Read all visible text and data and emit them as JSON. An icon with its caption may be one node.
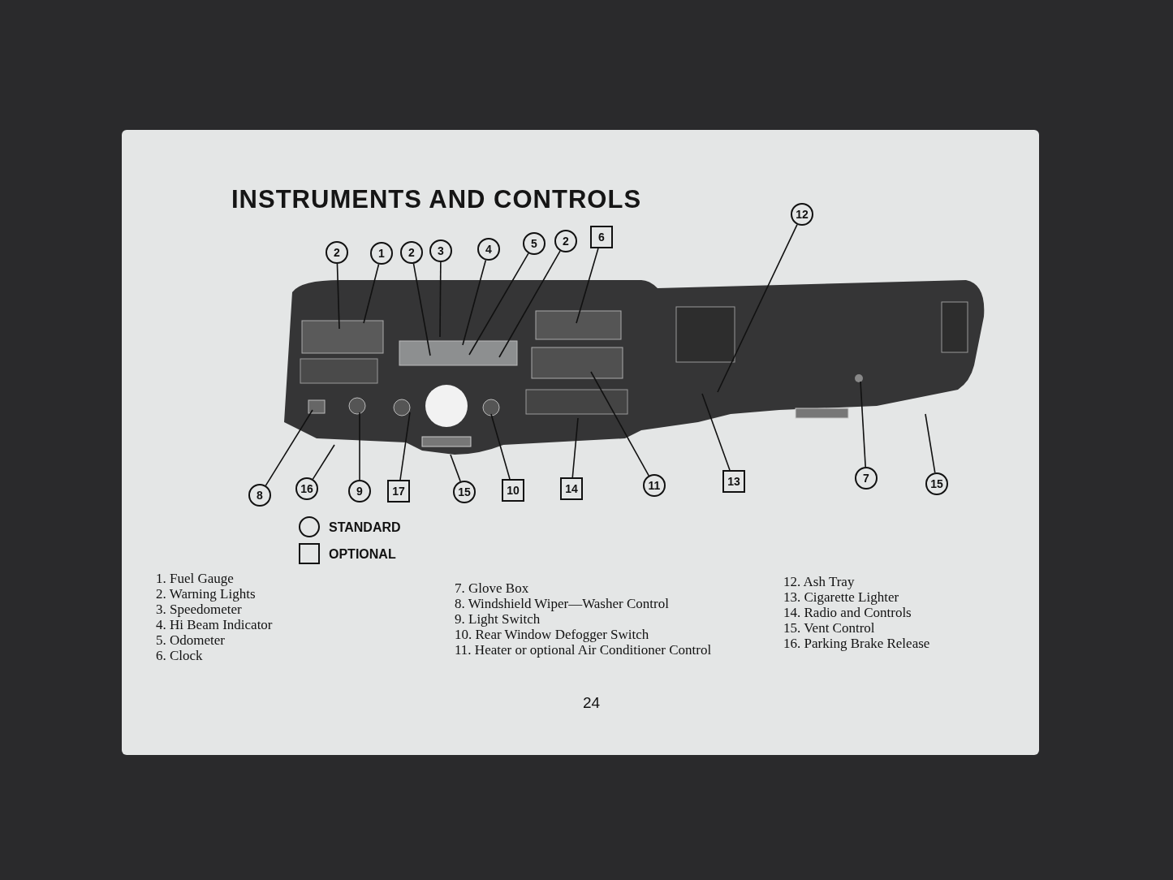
{
  "diagram": {
    "title": "INSTRUMENTS AND CONTROLS",
    "nodes": [
      {
        "text": [
          "2"
        ]
      },
      {
        "text": [
          "1"
        ]
      },
      {
        "text": [
          "2"
        ]
      },
      {
        "text": [
          "3"
        ]
      },
      {
        "text": [
          "4"
        ]
      },
      {
        "text": [
          "5"
        ]
      },
      {
        "text": [
          "2"
        ]
      },
      {
        "text": [
          "6"
        ]
      },
      {
        "text": [
          "12"
        ]
      },
      {
        "text": [
          "8"
        ]
      },
      {
        "text": [
          "16"
        ]
      },
      {
        "text": [
          "9"
        ]
      },
      {
        "text": [
          "17"
        ]
      },
      {
        "text": [
          "15"
        ]
      },
      {
        "text": [
          "10"
        ]
      },
      {
        "text": [
          "14"
        ]
      },
      {
        "text": [
          "11"
        ]
      },
      {
        "text": [
          "13"
        ]
      },
      {
        "text": [
          "7"
        ]
      },
      {
        "text": [
          "15"
        ]
      }
    ],
    "edges": [
      {
        "from": 0,
        "to": null,
        "arrow": "none"
      },
      {
        "from": 1,
        "to": null,
        "arrow": "none"
      },
      {
        "from": 2,
        "to": null,
        "arrow": "none"
      },
      {
        "from": 3,
        "to": null,
        "arrow": "none"
      },
      {
        "from": 4,
        "to": null,
        "arrow": "none"
      },
      {
        "from": 5,
        "to": null,
        "arrow": "none"
      },
      {
        "from": 6,
        "to": null,
        "arrow": "none"
      },
      {
        "from": 7,
        "to": null,
        "arrow": "none"
      },
      {
        "from": 8,
        "to": null,
        "arrow": "none"
      },
      {
        "from": 9,
        "to": null,
        "arrow": "none"
      },
      {
        "from": 10,
        "to": null,
        "arrow": "none"
      },
      {
        "from": 11,
        "to": null,
        "arrow": "none"
      },
      {
        "from": 12,
        "to": null,
        "arrow": "none"
      },
      {
        "from": 13,
        "to": null,
        "arrow": "none"
      },
      {
        "from": 14,
        "to": null,
        "arrow": "none"
      },
      {
        "from": 15,
        "to": null,
        "arrow": "none"
      },
      {
        "from": 16,
        "to": null,
        "arrow": "none"
      },
      {
        "from": 17,
        "to": null,
        "arrow": "none"
      },
      {
        "from": 18,
        "to": null,
        "arrow": "none"
      },
      {
        "from": 19,
        "to": null,
        "arrow": "none"
      }
    ],
    "labels": [
      "1. Fuel Gauge",
      "2. Warning Lights",
      "3. Speedometer",
      "4. Hi Beam Indicator",
      "5. Odometer",
      "6. Clock",
      "7. Glove Box",
      "8. Windshield Wiper—Washer Control",
      "9. Light Switch",
      "10. Rear Window Defogger Switch",
      "11. Heater or optional Air Conditioner Control",
      "12. Ash Tray",
      "13. Cigarette Lighter",
      "14. Radio and Controls",
      "15. Vent Control",
      "16. Parking Brake Release",
      "24"
    ],
    "legend": [
      {
        "text": "STANDARD"
      },
      {
        "text": "OPTIONAL"
      }
    ]
  }
}
